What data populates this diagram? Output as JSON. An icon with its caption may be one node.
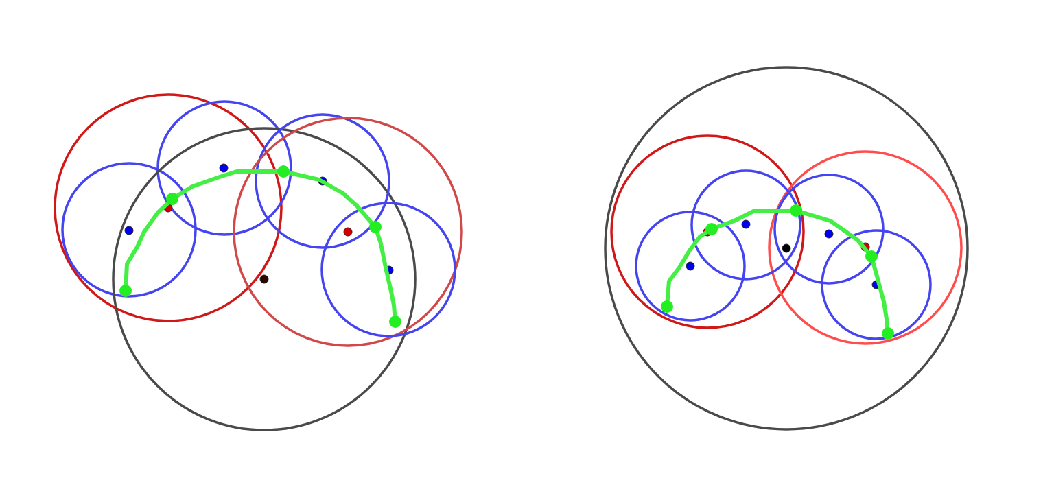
{
  "diagram": {
    "nodes": [
      {
        "text": [],
        "shape": "circle"
      },
      {
        "text": [],
        "shape": "circle"
      },
      {
        "text": [],
        "shape": "circle"
      },
      {
        "text": [],
        "shape": "circle"
      },
      {
        "text": [],
        "shape": "circle"
      },
      {
        "text": [],
        "shape": "circle"
      },
      {
        "text": [],
        "shape": "circle"
      },
      {
        "text": [],
        "shape": "circle"
      },
      {
        "text": [],
        "shape": "circle"
      },
      {
        "text": [],
        "shape": "circle"
      }
    ],
    "edges": [
      {
        "from": 0,
        "to": 1,
        "arrow": "none"
      },
      {
        "from": 1,
        "to": 2,
        "arrow": "none"
      },
      {
        "from": 2,
        "to": 3,
        "arrow": "none"
      },
      {
        "from": 3,
        "to": 4,
        "arrow": "none"
      },
      {
        "from": 5,
        "to": 6,
        "arrow": "none"
      },
      {
        "from": 6,
        "to": 7,
        "arrow": "none"
      },
      {
        "from": 7,
        "to": 8,
        "arrow": "none"
      },
      {
        "from": 8,
        "to": 9,
        "arrow": "none"
      }
    ]
  }
}
